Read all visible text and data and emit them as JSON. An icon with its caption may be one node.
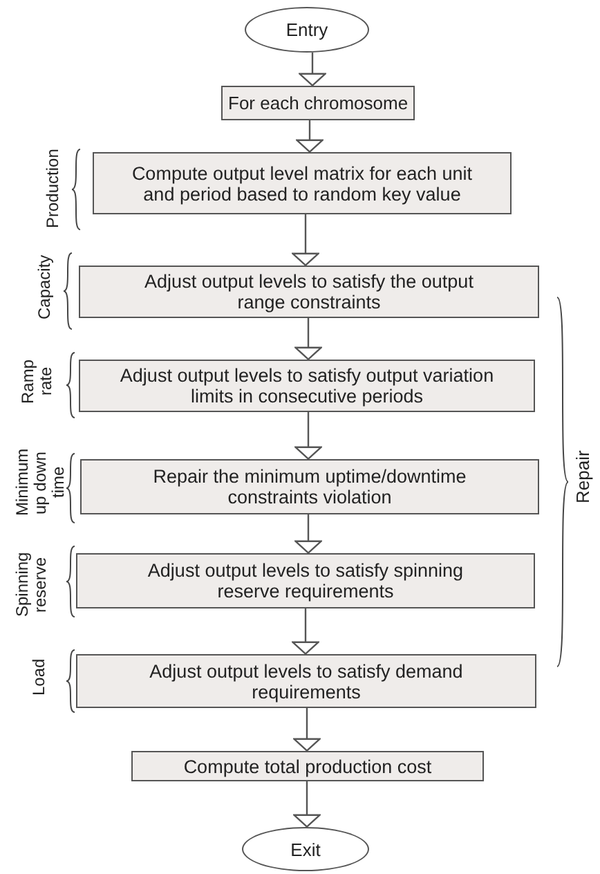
{
  "diagram": {
    "nodes": [
      {
        "text": [
          "Entry"
        ]
      },
      {
        "text": [
          "For each chromosome"
        ]
      },
      {
        "text": [
          "Compute output level matrix for each unit and period based to random key value"
        ],
        "beside": [
          "Production"
        ]
      },
      {
        "text": [
          "Adjust output levels to satisfy the output range constraints"
        ],
        "beside": [
          "Capacity"
        ]
      },
      {
        "text": [
          "Adjust output levels to satisfy output variation limits in consecutive periods"
        ],
        "beside": [
          "Ramp rate"
        ]
      },
      {
        "text": [
          "Repair the minimum uptime/downtime constraints violation"
        ],
        "beside": [
          "Minimum up down time"
        ]
      },
      {
        "text": [
          "Adjust output levels to satisfy spinning reserve requirements"
        ],
        "beside": [
          "Spinning reserve"
        ]
      },
      {
        "text": [
          "Adjust output levels to satisfy demand requirements"
        ],
        "beside": [
          "Load"
        ]
      },
      {
        "text": [
          "Compute total production cost"
        ]
      },
      {
        "text": [
          "Exit"
        ]
      }
    ],
    "edges": [
      {
        "from": 0,
        "to": 1,
        "arrow": "to"
      },
      {
        "from": 1,
        "to": 2,
        "arrow": "to"
      },
      {
        "from": 2,
        "to": 3,
        "arrow": "to"
      },
      {
        "from": 3,
        "to": 4,
        "arrow": "to"
      },
      {
        "from": 4,
        "to": 5,
        "arrow": "to"
      },
      {
        "from": 5,
        "to": 6,
        "arrow": "to"
      },
      {
        "from": 6,
        "to": 7,
        "arrow": "to"
      },
      {
        "from": 7,
        "to": 8,
        "arrow": "to"
      },
      {
        "from": 8,
        "to": 9,
        "arrow": "to"
      }
    ],
    "labels": [
      "Repair"
    ]
  }
}
